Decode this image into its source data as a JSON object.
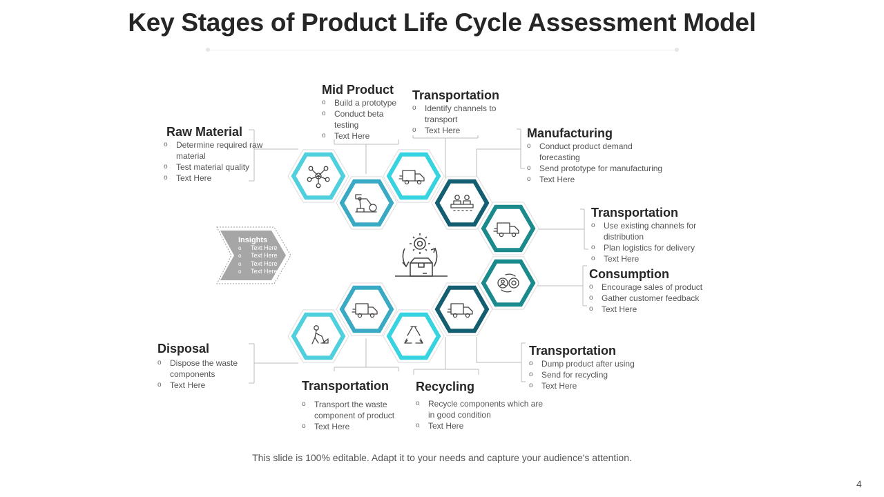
{
  "title": "Key Stages of Product Life Cycle Assessment Model",
  "insights": {
    "title": "Insights",
    "items": [
      "Text Here",
      "Text Here",
      "Text Here",
      "Text Here"
    ]
  },
  "stages": {
    "raw_material": {
      "heading": "Raw Material",
      "items": [
        "Determine required raw material",
        "Test material quality",
        "Text Here"
      ]
    },
    "mid_product": {
      "heading": "Mid Product",
      "items": [
        "Build a prototype",
        "Conduct beta testing",
        "Text Here"
      ]
    },
    "transportation_1": {
      "heading": "Transportation",
      "items": [
        "Identify channels to transport",
        "Text Here"
      ]
    },
    "manufacturing": {
      "heading": "Manufacturing",
      "items": [
        "Conduct product demand forecasting",
        "Send prototype for manufacturing",
        "Text Here"
      ]
    },
    "transportation_2": {
      "heading": "Transportation",
      "items": [
        "Use existing channels for distribution",
        "Plan logistics for delivery",
        "Text Here"
      ]
    },
    "consumption": {
      "heading": "Consumption",
      "items": [
        "Encourage sales of product",
        "Gather customer feedback",
        "Text Here"
      ]
    },
    "transportation_3": {
      "heading": "Transportation",
      "items": [
        "Dump product after using",
        "Send for recycling",
        "Text Here"
      ]
    },
    "recycling": {
      "heading": "Recycling",
      "items": [
        "Recycle components which are in good condition",
        "Text Here"
      ]
    },
    "transportation_4": {
      "heading": "Transportation",
      "items": [
        "Transport the waste component of product",
        "Text Here"
      ]
    },
    "disposal": {
      "heading": "Disposal",
      "items": [
        "Dispose the waste components",
        "Text Here"
      ]
    }
  },
  "hex_icons": [
    {
      "icon": "network-icon",
      "color": "#4fd0dc"
    },
    {
      "icon": "robot-arm-icon",
      "color": "#3aa9c4"
    },
    {
      "icon": "truck-icon",
      "color": "#38d3e0"
    },
    {
      "icon": "workers-icon",
      "color": "#145e72"
    },
    {
      "icon": "truck-icon",
      "color": "#1a8a8c"
    },
    {
      "icon": "exchange-icon",
      "color": "#1a8a8c"
    },
    {
      "icon": "truck-icon",
      "color": "#145e72"
    },
    {
      "icon": "recycle-icon",
      "color": "#38d3e0"
    },
    {
      "icon": "truck-icon",
      "color": "#3aa9c4"
    },
    {
      "icon": "disposal-worker-icon",
      "color": "#4fd0dc"
    }
  ],
  "center_icon": "lifecycle-box-gear-icon",
  "footer": "This slide is 100% editable. Adapt it to your needs and capture your audience's attention.",
  "page_number": "4"
}
